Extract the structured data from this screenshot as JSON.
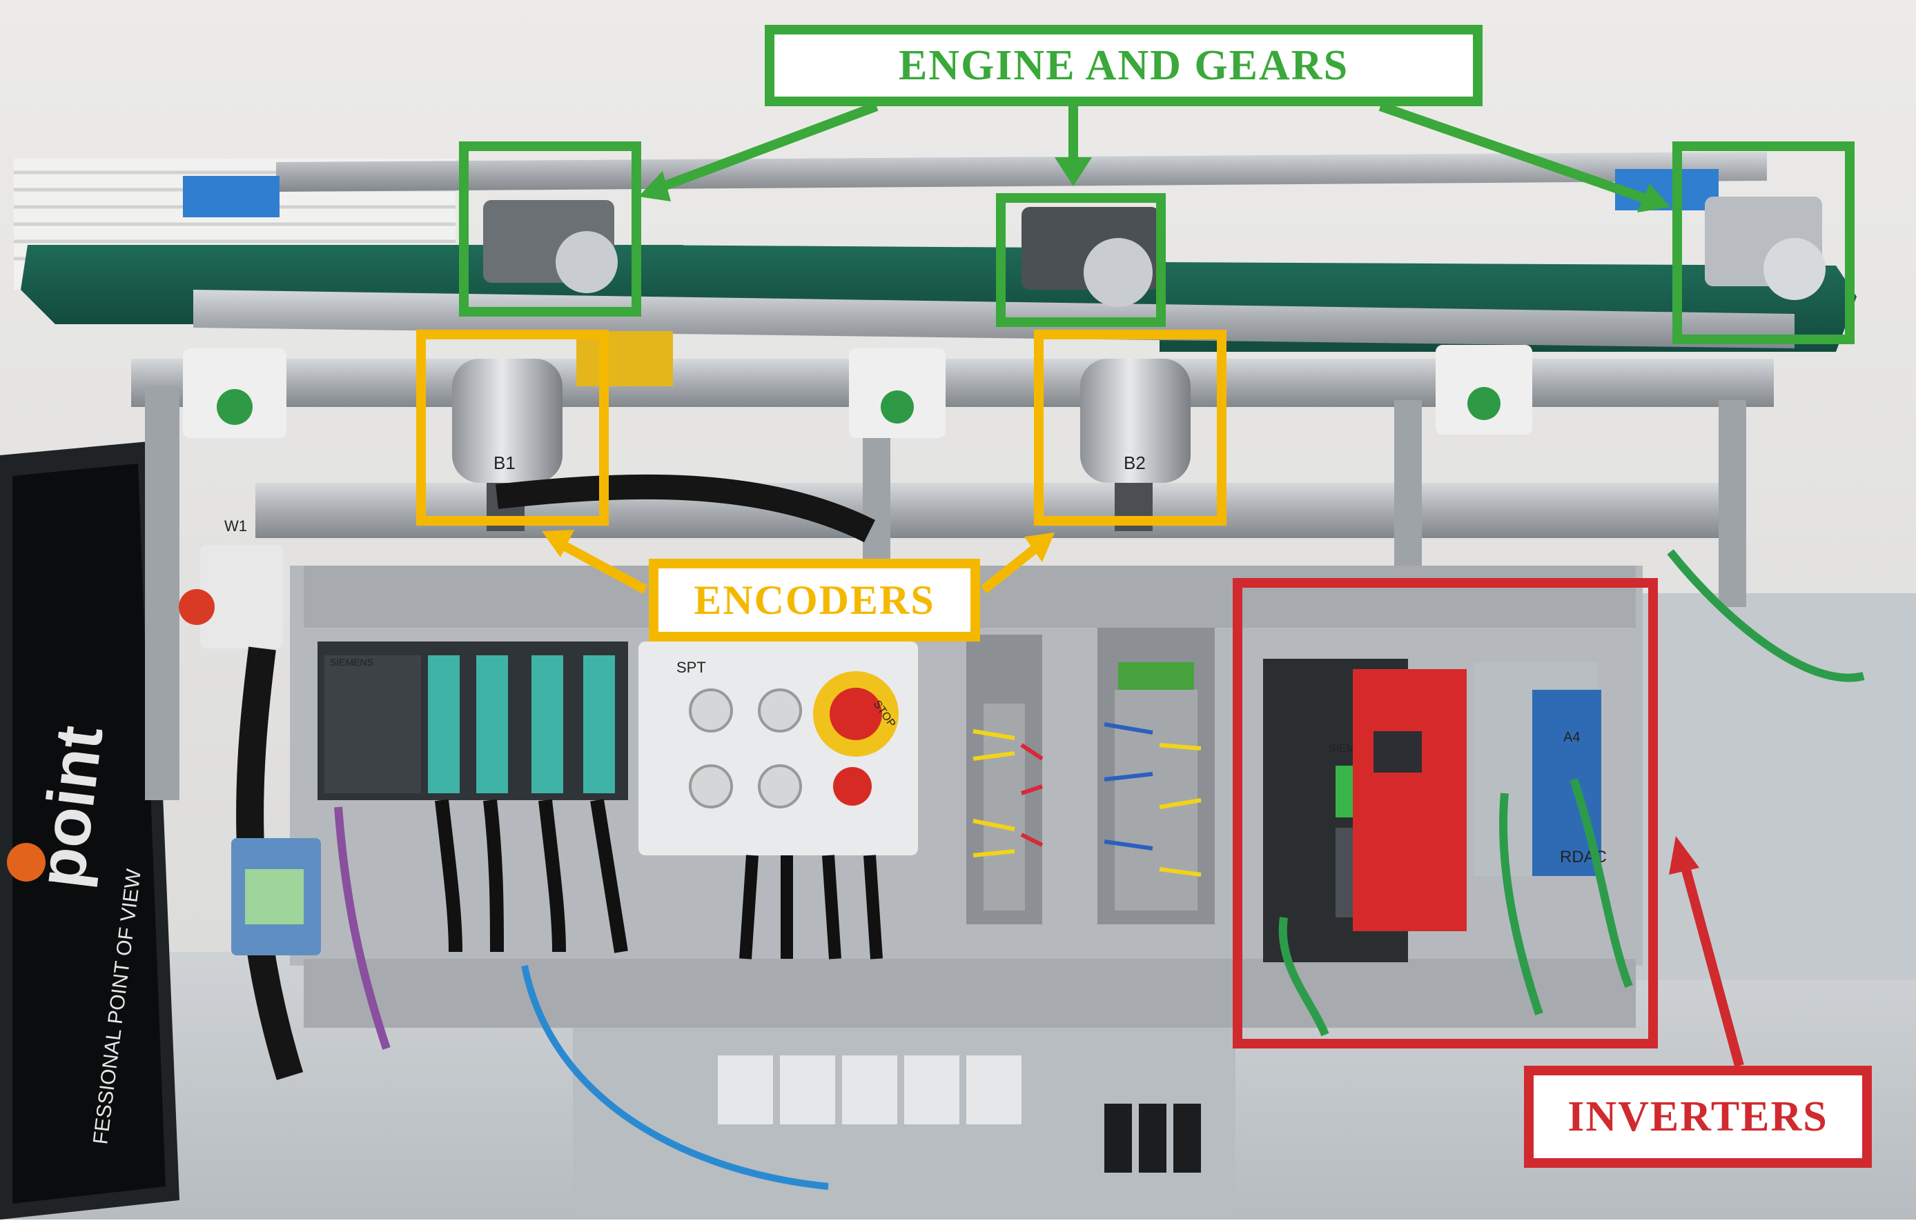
{
  "labels": {
    "engine": "ENGINE AND GEARS",
    "encoders": "ENCODERS",
    "inverters": "INVERTERS"
  },
  "photo_text": {
    "monitor_brand": "point",
    "monitor_tagline": "FESSIONAL POINT OF VIEW",
    "button_panel": "SPT",
    "estop": "STOP",
    "encoder_1": "B1",
    "encoder_2": "B2",
    "tag_w1": "W1",
    "tag_a4": "A4",
    "power_supply": "RDAC",
    "brand_siemens": "SIEMENS"
  },
  "colors": {
    "engine": "#3aa83a",
    "encoders": "#f5b800",
    "inverters": "#d02a2f"
  }
}
